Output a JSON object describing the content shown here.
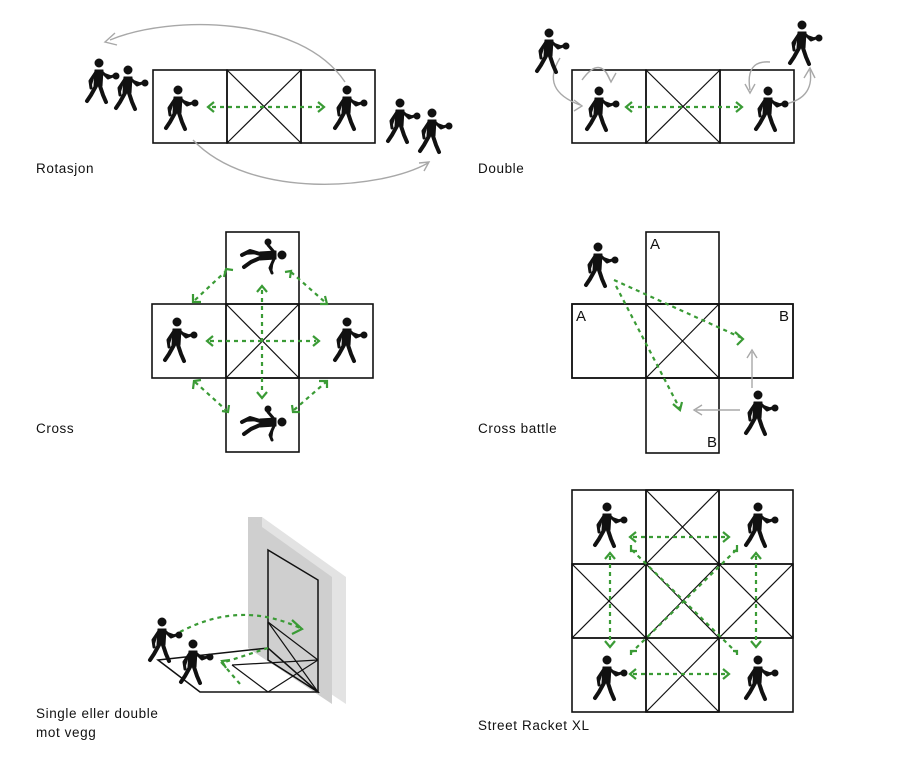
{
  "diagrams": [
    {
      "id": "rotasjon",
      "label": "Rotasjon"
    },
    {
      "id": "double",
      "label": "Double"
    },
    {
      "id": "cross",
      "label": "Cross"
    },
    {
      "id": "cross-battle",
      "label": "Cross battle",
      "zone_letters": [
        "A",
        "A",
        "B",
        "B"
      ]
    },
    {
      "id": "mot-vegg",
      "label": "Single eller double\nmot vegg"
    },
    {
      "id": "street-racket-xl",
      "label": "Street Racket XL"
    }
  ],
  "colors": {
    "court_line": "#111111",
    "ball_path": "#3a9b35",
    "movement_path": "#a8a8a8",
    "wall": "#cfcfcf",
    "wall_side": "#e3e3e3"
  },
  "icons": [
    "player-icon",
    "racket-icon",
    "ball-path-arrow",
    "movement-arrow"
  ]
}
